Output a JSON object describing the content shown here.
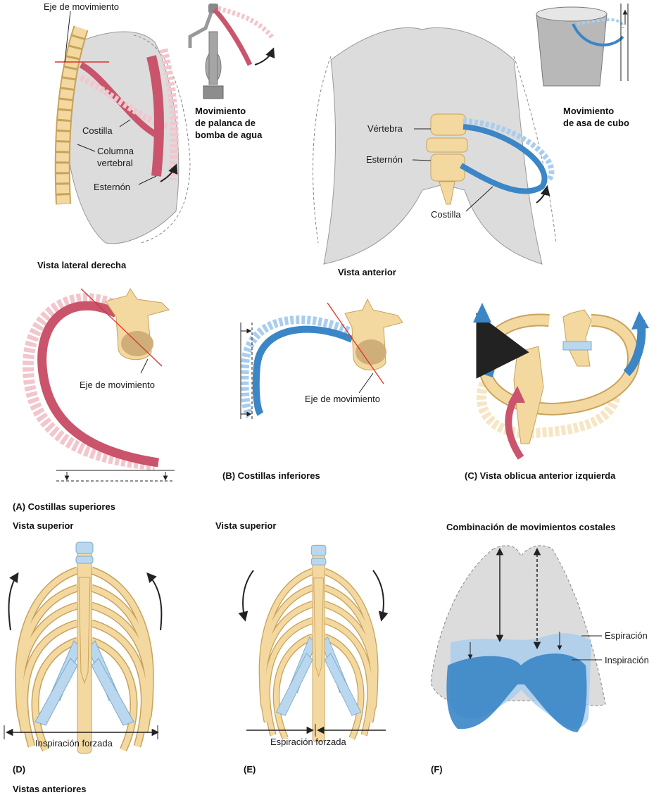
{
  "colors": {
    "bone": "#f3d9a0",
    "bone_stroke": "#c9a25b",
    "cartilage": "#b9d8ef",
    "pink": "#c9546b",
    "pink_light": "#f2c6cc",
    "blue": "#3a86c6",
    "blue_light": "#a9cdee",
    "lung_gray": "#dcdcdc",
    "red_axis": "#e0312a"
  },
  "panel_a": {
    "axis_label": "Eje de movimiento",
    "rib_label": "Costilla",
    "spine_label_1": "Columna",
    "spine_label_2": "vertebral",
    "sternum_label": "Esternón",
    "view_caption": "Vista lateral derecha",
    "pump_caption_1": "Movimiento",
    "pump_caption_2": "de palanca de",
    "pump_caption_3": "bomba de agua",
    "superior_axis_label": "Eje de movimiento",
    "caption": "(A) Costillas superiores",
    "subcaption": "Vista superior"
  },
  "panel_b": {
    "vertebra_label": "Vértebra",
    "sternum_label": "Esternón",
    "rib_label": "Costilla",
    "view_caption": "Vista anterior",
    "bucket_caption_1": "Movimiento",
    "bucket_caption_2": "de asa de cubo",
    "axis_label": "Eje de movimiento",
    "caption": "(B) Costillas inferiores",
    "subcaption": "Vista superior"
  },
  "panel_c": {
    "caption": "(C) Vista oblicua anterior izquierda"
  },
  "panel_d": {
    "width_label": "Inspiración forzada",
    "caption": "(D)"
  },
  "panel_e": {
    "width_label": "Espiración forzada",
    "caption": "(E)"
  },
  "panel_f": {
    "title": "Combinación de movimientos costales",
    "expiration_label": "Espiración",
    "inspiration_label": "Inspiración",
    "caption": "(F)"
  },
  "footer": {
    "caption": "Vistas anteriores"
  }
}
